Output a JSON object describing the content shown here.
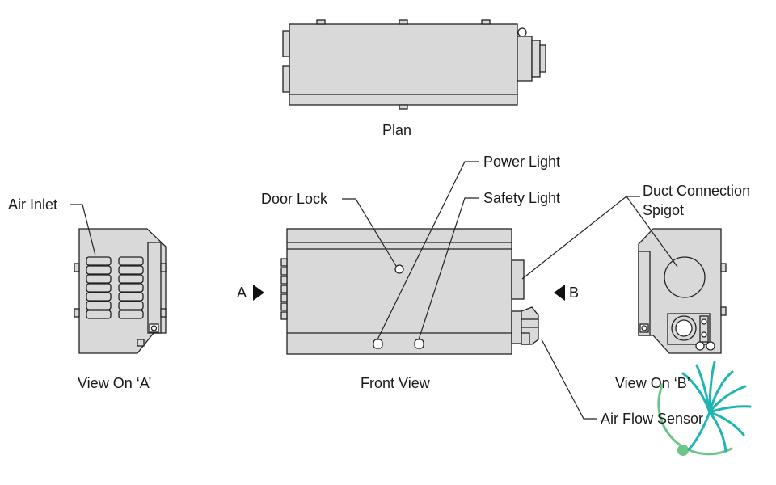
{
  "diagram": {
    "plan_caption": "Plan",
    "front_caption": "Front View",
    "view_a_caption": "View On ‘A’",
    "view_b_caption": "View On ‘B’",
    "arrow_a_label": "A",
    "arrow_b_label": "B",
    "callouts": {
      "air_inlet": "Air Inlet",
      "door_lock": "Door Lock",
      "power_light": "Power Light",
      "safety_light": "Safety Light",
      "duct_connection_line1": "Duct Connection",
      "duct_connection_line2": "Spigot",
      "air_flow_sensor": "Air Flow Sensor"
    }
  },
  "colors": {
    "body_fill": "#d9d9d9",
    "stroke": "#222222",
    "logo_teal": "#1fb5b0",
    "logo_green": "#6cc58a"
  },
  "logo": {
    "name": "watermark-logo"
  }
}
